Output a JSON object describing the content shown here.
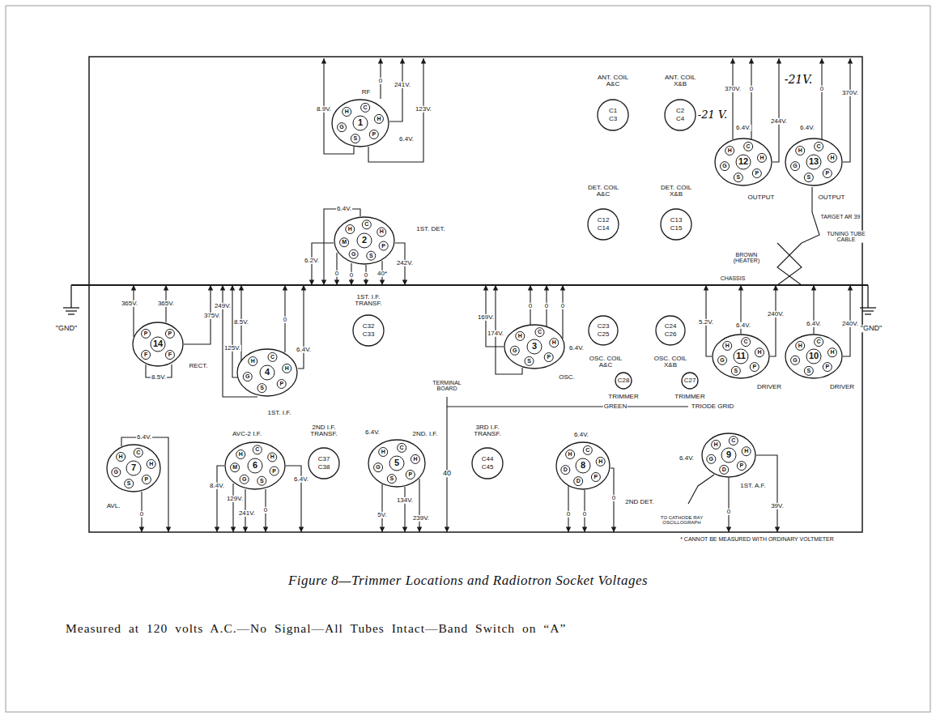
{
  "diagram": {
    "caption": "Figure 8—Trimmer Locations and Radiotron Socket Voltages",
    "nodes": [
      {
        "text": [
          "1",
          "RF"
        ]
      },
      {
        "text": [
          "ANT. COIL A&C",
          "C1",
          "C3"
        ]
      },
      {
        "text": [
          "ANT. COIL X&B",
          "C2",
          "C4"
        ]
      },
      {
        "text": [
          "12",
          "OUTPUT"
        ]
      },
      {
        "text": [
          "13",
          "OUTPUT"
        ]
      },
      {
        "text": [
          "DET. COIL A&C",
          "C12",
          "C14"
        ]
      },
      {
        "text": [
          "DET. COIL X&B",
          "C13",
          "C15"
        ]
      },
      {
        "text": [
          "2",
          "1ST. DET."
        ]
      },
      {
        "text": [
          "14",
          "RECT."
        ]
      },
      {
        "text": [
          "4",
          "1ST. I.F."
        ]
      },
      {
        "text": [
          "1ST. I.F. TRANSF.",
          "C32",
          "C33"
        ]
      },
      {
        "text": [
          "3",
          "OSC."
        ]
      },
      {
        "text": [
          "OSC. COIL A&C",
          "C23",
          "C25"
        ]
      },
      {
        "text": [
          "OSC. COIL X&B",
          "C24",
          "C26"
        ]
      },
      {
        "text": [
          "11",
          "DRIVER"
        ]
      },
      {
        "text": [
          "10",
          "DRIVER"
        ]
      },
      {
        "text": [
          "C28",
          "TRIMMER"
        ]
      },
      {
        "text": [
          "C27",
          "TRIMMER"
        ]
      },
      {
        "text": [
          "7",
          "AVL."
        ]
      },
      {
        "text": [
          "6",
          "AVC-2 I.F."
        ]
      },
      {
        "text": [
          "2ND I.F. TRANSF.",
          "C37",
          "C38"
        ]
      },
      {
        "text": [
          "5",
          "2ND. I.F."
        ]
      },
      {
        "text": [
          "3RD I.F. TRANSF.",
          "C44",
          "C45"
        ]
      },
      {
        "text": [
          "8",
          "2ND DET."
        ]
      },
      {
        "text": [
          "9",
          "1ST. A.F."
        ]
      }
    ],
    "labels": [
      "\"GND\"",
      "\"GND\"",
      "8.9V.",
      "0",
      "241V.",
      "123V.",
      "6.4V.",
      "6.4V.",
      "6.2V.",
      "0",
      "0",
      "0",
      "40*",
      "242V.",
      "370V.",
      "0",
      "244V.",
      "6.4V.",
      "-21V.",
      "6.4V.",
      "0",
      "370V.",
      "-21 V.",
      "TARGET AR 39",
      "TUNING TUBE CABLE",
      "BROWN (HEATER)",
      "CHASSIS",
      "365V.",
      "365V.",
      "375V.",
      "8.5V.",
      "249V.",
      "8.5V.",
      "125V.",
      "0",
      "6.4V.",
      "169V.",
      "174V.",
      "0",
      "0",
      "0",
      "6.4V.",
      "5.2V.",
      "6.4V.",
      "240V.",
      "6.4V.",
      "240V.",
      "TERMINAL BOARD",
      "GREEN",
      "TRIODE GRID",
      "40",
      "6.4V.",
      "0",
      "8.4V.",
      "129V.",
      "241V.",
      "0",
      "6.4V.",
      "6.4V.",
      "5V.",
      "134V.",
      "239V.",
      "6.4V.",
      "0",
      "0",
      "0",
      "6.4V.",
      "0",
      "39V.",
      "TO CATHODE RAY OSCILLOGRAPH",
      "* CANNOT BE MEASURED WITH ORDINARY VOLTMETER",
      "Measured at 120 volts A.C.—No Signal—All Tubes Intact—Band Switch on “A”",
      "H",
      "C",
      "H",
      "P",
      "S",
      "G",
      "H",
      "C",
      "H",
      "P",
      "S",
      "G",
      "H",
      "C",
      "H",
      "P",
      "S",
      "G",
      "H",
      "C",
      "H",
      "P",
      "S",
      "G",
      "M",
      "P",
      "P",
      "F",
      "F",
      "H",
      "C",
      "H",
      "P",
      "S",
      "G",
      "H",
      "C",
      "H",
      "P",
      "S",
      "G",
      "H",
      "C",
      "H",
      "P",
      "S",
      "G",
      "H",
      "C",
      "H",
      "P",
      "S",
      "G",
      "H",
      "C",
      "H",
      "P",
      "S",
      "G",
      "H",
      "C",
      "H",
      "P",
      "S",
      "G",
      "M",
      "H",
      "C",
      "H",
      "P",
      "S",
      "G",
      "H",
      "C",
      "H",
      "P",
      "D",
      "D",
      "H",
      "C",
      "H",
      "P",
      "D",
      "G"
    ]
  }
}
